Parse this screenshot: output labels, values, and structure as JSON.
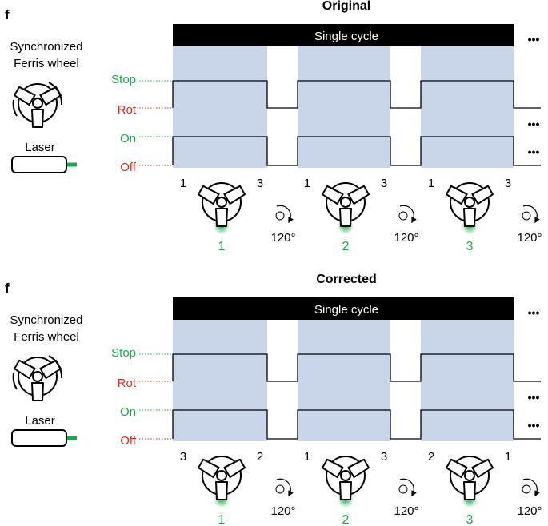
{
  "colors": {
    "shade": "#c9d5e8",
    "bar": "#000000",
    "green": "#1aa84a",
    "red": "#c8321e",
    "line": "#000000"
  },
  "icons": {
    "wheel": "ferris-wheel-icon",
    "laser": "laser-icon",
    "rotate": "rotate-arrow-icon",
    "dots": "ellipsis-icon"
  },
  "panels": [
    {
      "id": "original",
      "panel_letter": "f",
      "title": "Original",
      "left_title_line1": "Synchronized",
      "left_title_line2": "Ferris wheel",
      "laser_label": "Laser",
      "cycle_label": "Single cycle",
      "motor_high": "Stop",
      "motor_low": "Rot",
      "laser_high": "On",
      "laser_low": "Off",
      "ellipsis": "•••",
      "steps": [
        {
          "left": "1",
          "right": "3",
          "number": "1",
          "angle": "120°"
        },
        {
          "left": "1",
          "right": "3",
          "number": "2",
          "angle": "120°"
        },
        {
          "left": "1",
          "right": "3",
          "number": "3",
          "angle": "120°"
        }
      ]
    },
    {
      "id": "corrected",
      "panel_letter": "f",
      "title": "Corrected",
      "left_title_line1": "Synchronized",
      "left_title_line2": "Ferris wheel",
      "laser_label": "Laser",
      "cycle_label": "Single cycle",
      "motor_high": "Stop",
      "motor_low": "Rot",
      "laser_high": "On",
      "laser_low": "Off",
      "ellipsis": "•••",
      "steps": [
        {
          "left": "3",
          "right": "2",
          "number": "1",
          "angle": "120°"
        },
        {
          "left": "1",
          "right": "3",
          "number": "2",
          "angle": "120°"
        },
        {
          "left": "2",
          "right": "1",
          "number": "3",
          "angle": "120°"
        }
      ]
    }
  ]
}
